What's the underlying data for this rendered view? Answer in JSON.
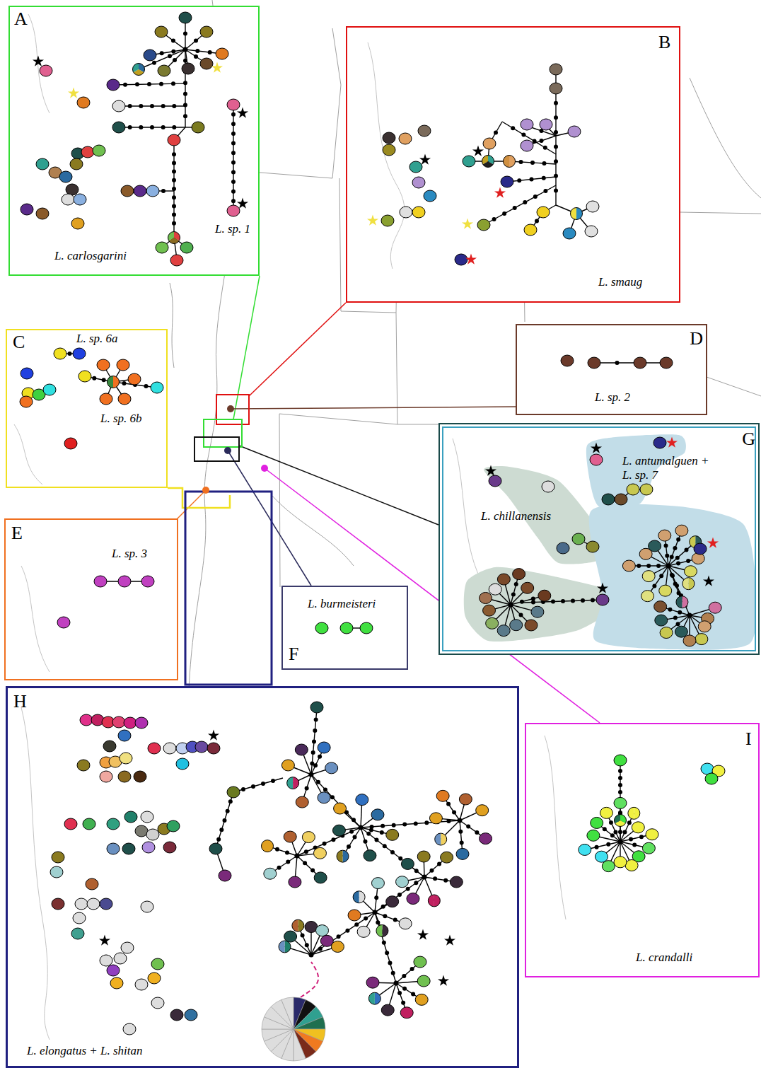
{
  "diagram": {
    "nodes": [
      {
        "text": [
          "A",
          "L. carlosgarini",
          "L. sp. 1"
        ]
      },
      {
        "text": [
          "B",
          "L. smaug"
        ]
      },
      {
        "text": [
          "C",
          "L. sp. 6a",
          "L. sp. 6b"
        ]
      },
      {
        "text": [
          "D",
          "L. sp. 2"
        ]
      },
      {
        "text": [
          "E",
          "L. sp. 3"
        ]
      },
      {
        "text": [
          "L. burmeisteri",
          "F"
        ]
      },
      {
        "text": [
          "G",
          "L. antumalguen + L. sp. 7",
          "L. chillanensis"
        ]
      },
      {
        "text": [
          "H",
          "L. elongatus + L. shitan"
        ]
      },
      {
        "text": [
          "I",
          "L. crandalli"
        ]
      }
    ]
  }
}
